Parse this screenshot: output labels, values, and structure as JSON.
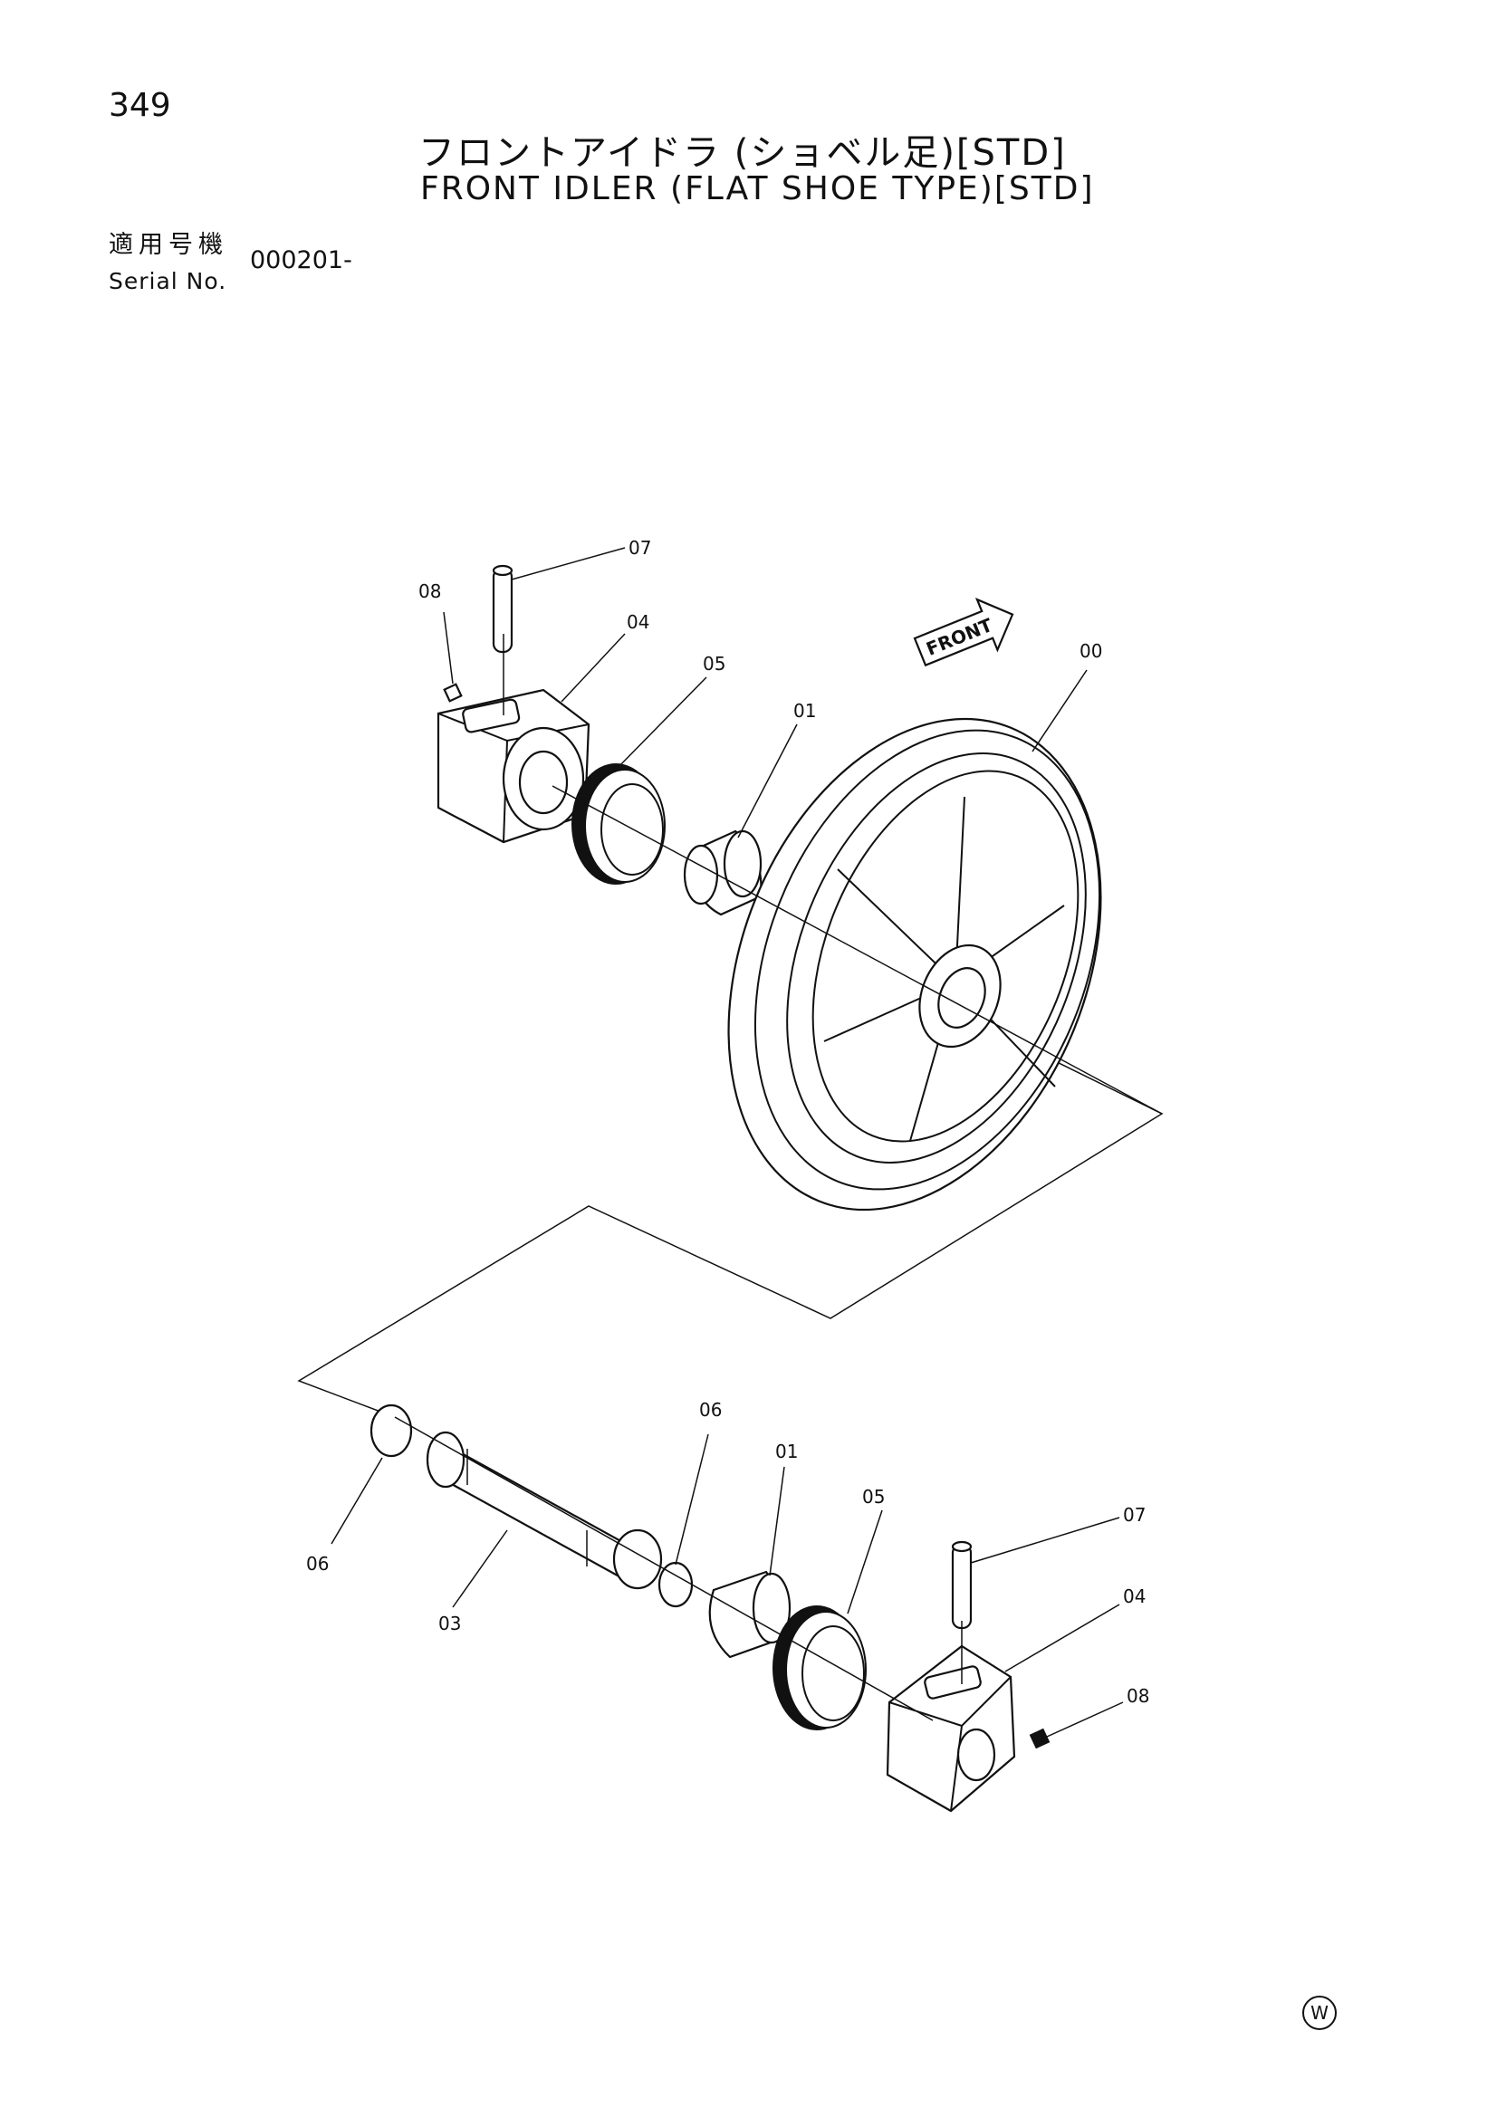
{
  "header": {
    "page_number": "349",
    "title_jp": "フロントアイドラ (ショベル足)[STD]",
    "title_en": "FRONT IDLER (FLAT SHOE TYPE)[STD]"
  },
  "serial": {
    "label_jp": "適用号機",
    "label_en": "Serial No.",
    "value": "000201-"
  },
  "diagram": {
    "front_arrow_label": "FRONT",
    "callouts": {
      "upper_07": "07",
      "upper_08": "08",
      "upper_04": "04",
      "upper_05": "05",
      "upper_01": "01",
      "upper_00": "00",
      "lower_06_left": "06",
      "lower_03": "03",
      "lower_06_right": "06",
      "lower_01": "01",
      "lower_05": "05",
      "lower_07": "07",
      "lower_04": "04",
      "lower_08": "08"
    }
  },
  "footer": {
    "mark": "W"
  }
}
